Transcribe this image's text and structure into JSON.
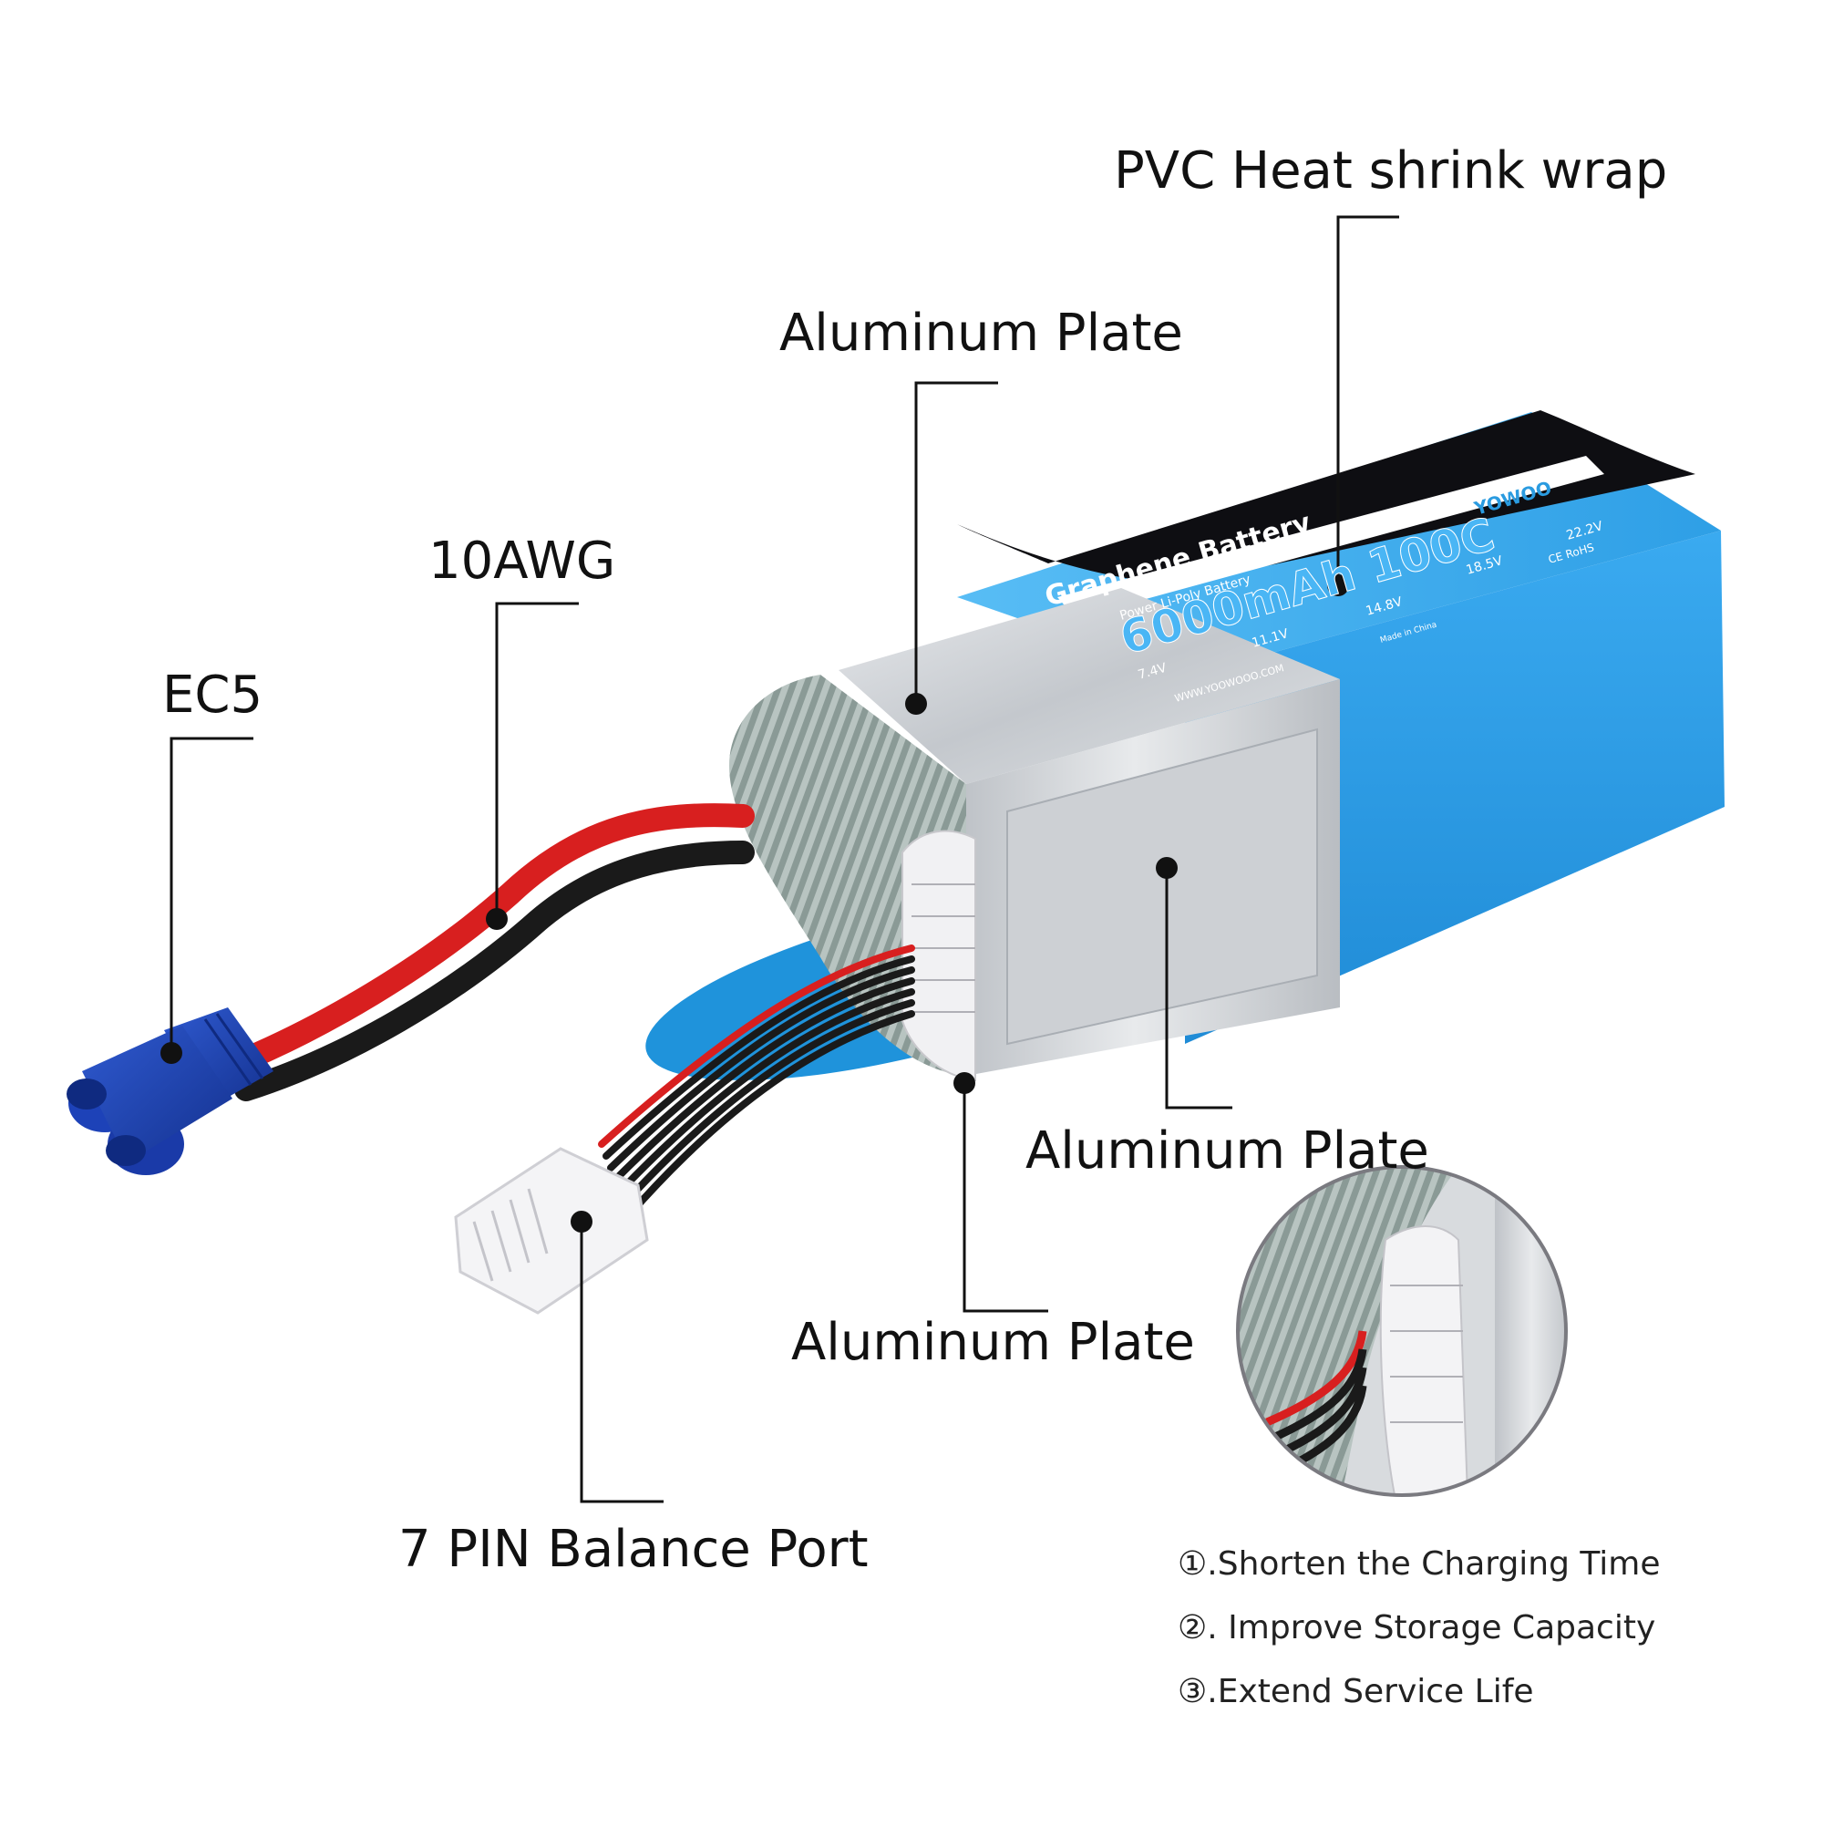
{
  "labels": {
    "heat_shrink": "PVC Heat shrink wrap",
    "plate_top": "Aluminum Plate",
    "awg": "10AWG",
    "ec5": "EC5",
    "plate_side": "Aluminum Plate",
    "plate_bottom": "Aluminum Plate",
    "balance_port": "7 PIN Balance Port"
  },
  "battery_label": {
    "line1": "Graphene  Battery",
    "line2": "Power    Li-Poly Battery",
    "capacity": "6000mAh  100C",
    "brand": "YOWOO",
    "website": "WWW.YOOWOOO.COM",
    "origin": "Made in China",
    "certs": "CE RoHS",
    "voltages": [
      "7.4V",
      "11.1V",
      "14.8V",
      "18.5V",
      "22.2V"
    ],
    "selected_voltage": "22.2V"
  },
  "features": [
    "①.Shorten the Charging Time",
    "②. Improve Storage Capacity",
    "③.Extend Service Life"
  ],
  "colors": {
    "battery_blue": "#2a9be0",
    "label_black": "#0e0e12",
    "connector_blue": "#1a3fb0",
    "wire_red": "#d81f1f",
    "wire_black": "#1a1a1a",
    "plate_silver": "#c9ccd0"
  }
}
